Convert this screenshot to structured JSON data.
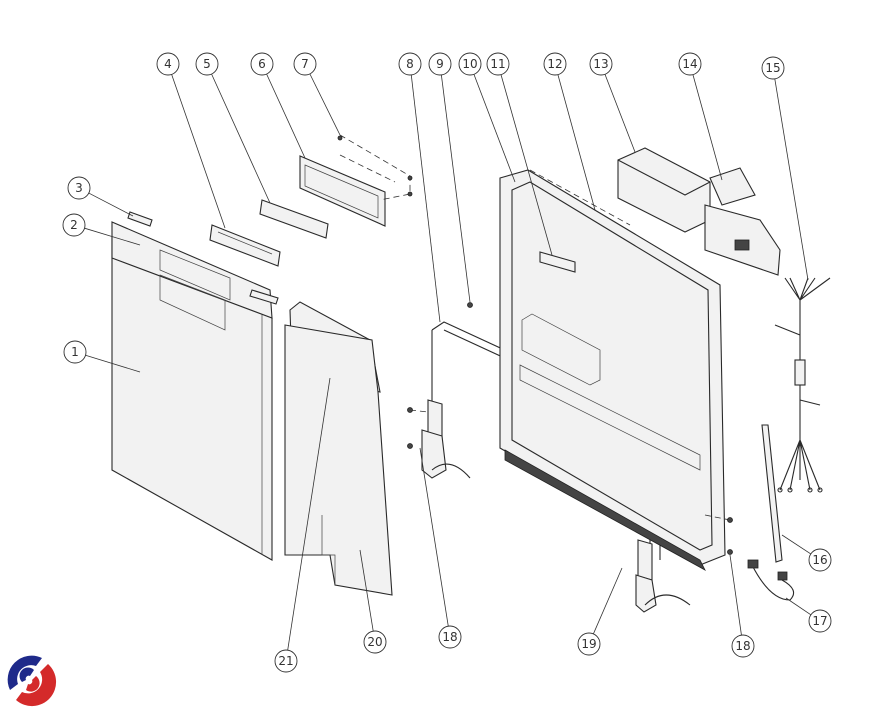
{
  "diagram": {
    "callouts": [
      "1",
      "2",
      "3",
      "4",
      "5",
      "6",
      "7",
      "8",
      "9",
      "10",
      "11",
      "12",
      "13",
      "14",
      "15",
      "16",
      "17",
      "18",
      "19",
      "18",
      "20",
      "21"
    ]
  },
  "logo": {
    "colors": {
      "blue": "#1f2a8a",
      "red": "#d42a2a"
    }
  }
}
